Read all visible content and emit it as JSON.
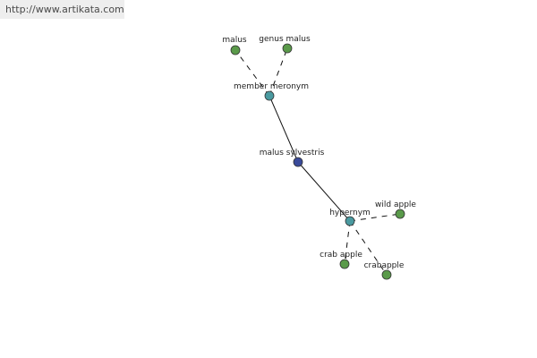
{
  "watermark": "http://www.artikata.com",
  "colors": {
    "leaf": "#5a9a4a",
    "relation": "#4a9aa0",
    "center": "#3a4a9a",
    "edge": "#111111",
    "stroke": "#333333"
  },
  "nodes": [
    {
      "id": "malus-sylvestris",
      "label": "malus sylvestris",
      "kind": "center"
    },
    {
      "id": "member-meronym",
      "label": "member meronym",
      "kind": "relation"
    },
    {
      "id": "hypernym",
      "label": "hypernym",
      "kind": "relation"
    },
    {
      "id": "malus",
      "label": "malus",
      "kind": "leaf"
    },
    {
      "id": "genus-malus",
      "label": "genus malus",
      "kind": "leaf"
    },
    {
      "id": "wild-apple",
      "label": "wild apple",
      "kind": "leaf"
    },
    {
      "id": "crab-apple",
      "label": "crab apple",
      "kind": "leaf"
    },
    {
      "id": "crabapple",
      "label": "crabapple",
      "kind": "leaf"
    }
  ],
  "edges": [
    {
      "from": "malus-sylvestris",
      "to": "member-meronym",
      "style": "solid"
    },
    {
      "from": "malus-sylvestris",
      "to": "hypernym",
      "style": "solid"
    },
    {
      "from": "member-meronym",
      "to": "malus",
      "style": "dashed"
    },
    {
      "from": "member-meronym",
      "to": "genus-malus",
      "style": "dashed"
    },
    {
      "from": "hypernym",
      "to": "wild-apple",
      "style": "dashed"
    },
    {
      "from": "hypernym",
      "to": "crab-apple",
      "style": "dashed"
    },
    {
      "from": "hypernym",
      "to": "crabapple",
      "style": "dashed"
    }
  ]
}
